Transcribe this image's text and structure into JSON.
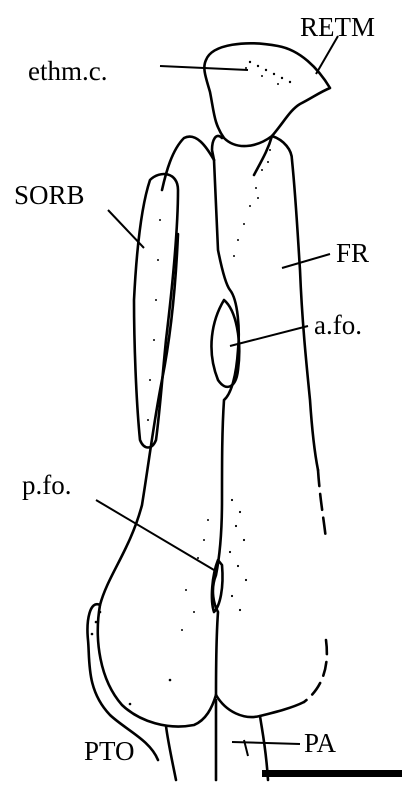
{
  "labels": {
    "retm": "RETM",
    "ethm_c": "ethm.c.",
    "sorb": "SORB",
    "fr": "FR",
    "a_fo": "a.fo.",
    "p_fo": "p.fo.",
    "pto": "PTO",
    "pa": "PA"
  }
}
